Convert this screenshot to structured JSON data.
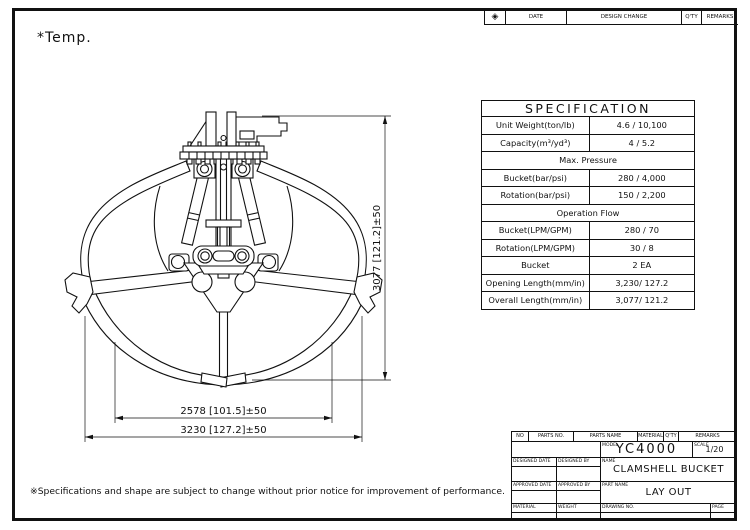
{
  "page": {
    "temp_note": "*Temp.",
    "footnote": "※Specifications and shape are subject to change without prior notice for improvement of performance."
  },
  "revision_bar": {
    "symbol": "◈",
    "columns": [
      "DATE",
      "DESIGN CHANGE",
      "Q'TY",
      "REMARKS"
    ]
  },
  "spec_table": {
    "title": "SPECIFICATION",
    "rows": [
      {
        "label": "Unit Weight(ton/lb)",
        "value": "4.6 / 10,100"
      },
      {
        "label": "Capacity(m³/yd³)",
        "value": "4 / 5.2"
      },
      {
        "span": "Max. Pressure"
      },
      {
        "label": "Bucket(bar/psi)",
        "value": "280 / 4,000"
      },
      {
        "label": "Rotation(bar/psi)",
        "value": "150 / 2,200"
      },
      {
        "span": "Operation Flow"
      },
      {
        "label": "Bucket(LPM/GPM)",
        "value": "280 / 70"
      },
      {
        "label": "Rotation(LPM/GPM)",
        "value": "30 / 8"
      },
      {
        "label": "Bucket",
        "value": "2 EA"
      },
      {
        "label": "Opening Length(mm/in)",
        "value": "3,230/ 127.2"
      },
      {
        "label": "Overall Length(mm/in)",
        "value": "3,077/ 121.2"
      }
    ]
  },
  "dimensions": {
    "height": "3077 [121.2]±50",
    "inner_width": "2578 [101.5]±50",
    "outer_width": "3230 [127.2]±50"
  },
  "title_block": {
    "header": [
      "NO",
      "PARTS NO.",
      "PARTS NAME",
      "MATERIAL",
      "Q'TY",
      "REMARKS"
    ],
    "model_label": "MODEL",
    "model": "YC4000",
    "scale_label": "SCALE",
    "scale": "1/20",
    "designed_date_label": "DESIGNED DATE",
    "designed_by_label": "DESIGNED BY",
    "name_label": "NAME",
    "name": "CLAMSHELL BUCKET",
    "approved_date_label": "APPROVED DATE",
    "approved_by_label": "APPROVED BY",
    "part_name_label": "PART NAME",
    "part_name": "LAY OUT",
    "material_label": "MATERIAL",
    "weight_label": "WEIGHT",
    "drawing_no_label": "DRAWING NO.",
    "page_label": "PAGE"
  }
}
